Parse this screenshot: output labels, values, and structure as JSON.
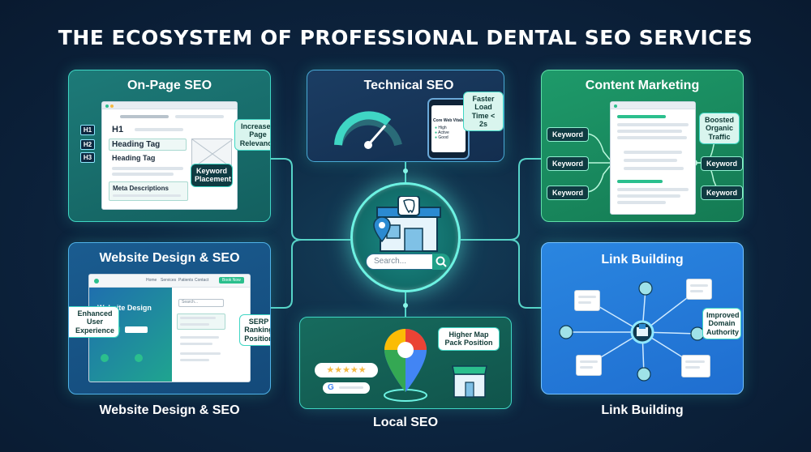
{
  "title": "THE ECOSYSTEM OF PROFESSIONAL DENTAL SEO SERVICES",
  "hub": {
    "search_placeholder": "Search..."
  },
  "onpage": {
    "title": "On-Page SEO",
    "h1_badge": "H1",
    "h2_badge": "H2",
    "h3_badge": "H3",
    "h1_text": "H1",
    "heading_tag_1": "Heading Tag",
    "heading_tag_2": "Heading Tag",
    "meta_descriptions": "Meta Descriptions",
    "callout_relevance": "Increased Page Relevance",
    "callout_keyword": "Keyword Placement"
  },
  "technical": {
    "title": "Technical SEO",
    "core_web_vitals": "Core Web Vitals",
    "vitals": [
      "High",
      "Active",
      "Good"
    ],
    "callout_speed": "Faster Load Time < 2s"
  },
  "content": {
    "title": "Content Marketing",
    "keywords_left": [
      "Keyword",
      "Keyword",
      "Keyword"
    ],
    "keywords_right": [
      "Keyword",
      "Keyword"
    ],
    "callout_traffic": "Boosted Organic Traffic"
  },
  "web": {
    "title": "Website Design & SEO",
    "hero_text": "Website Design",
    "nav_items": [
      "Home",
      "Services",
      "Patients",
      "Contact"
    ],
    "nav_button": "Book Now",
    "search_text": "Search...",
    "callout_ux": "Enhanced User Experience",
    "callout_serp": "SERP Ranking Position",
    "caption": "Website Design & SEO"
  },
  "local": {
    "stars": "★★★★★",
    "callout_map": "Higher Map Pack Position",
    "caption": "Local SEO"
  },
  "link": {
    "title": "Link Building",
    "callout_authority": "Improved Domain Authority",
    "caption": "Link Building"
  },
  "colors": {
    "accent": "#3fd6c4",
    "green": "#2bbf8d",
    "navy": "#0d2540"
  }
}
